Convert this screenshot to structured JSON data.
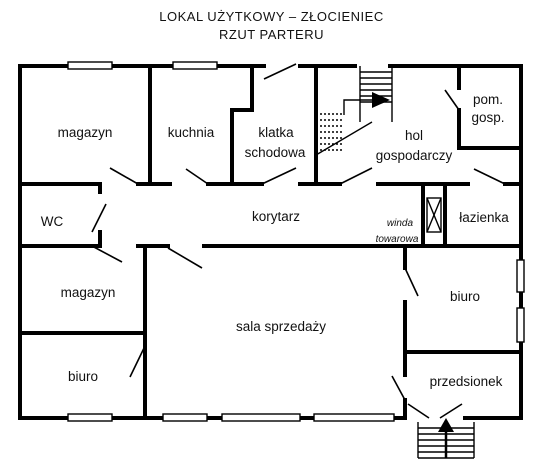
{
  "title_line1": "LOKAL UŻYTKOWY – ZŁOCIENIEC",
  "title_line2": "RZUT PARTERU",
  "rooms": {
    "magazyn_top": "magazyn",
    "kuchnia": "kuchnia",
    "klatka_1": "klatka",
    "klatka_2": "schodowa",
    "hol_1": "hol",
    "hol_2": "gospodarczy",
    "pom_1": "pom.",
    "pom_2": "gosp.",
    "wc": "WC",
    "korytarz": "korytarz",
    "winda_1": "winda",
    "winda_2": "towarowa",
    "lazienka": "łazienka",
    "magazyn_bottom": "magazyn",
    "sala": "sala sprzedaży",
    "biuro_right": "biuro",
    "biuro_left": "biuro",
    "przedsionek": "przedsionek"
  }
}
